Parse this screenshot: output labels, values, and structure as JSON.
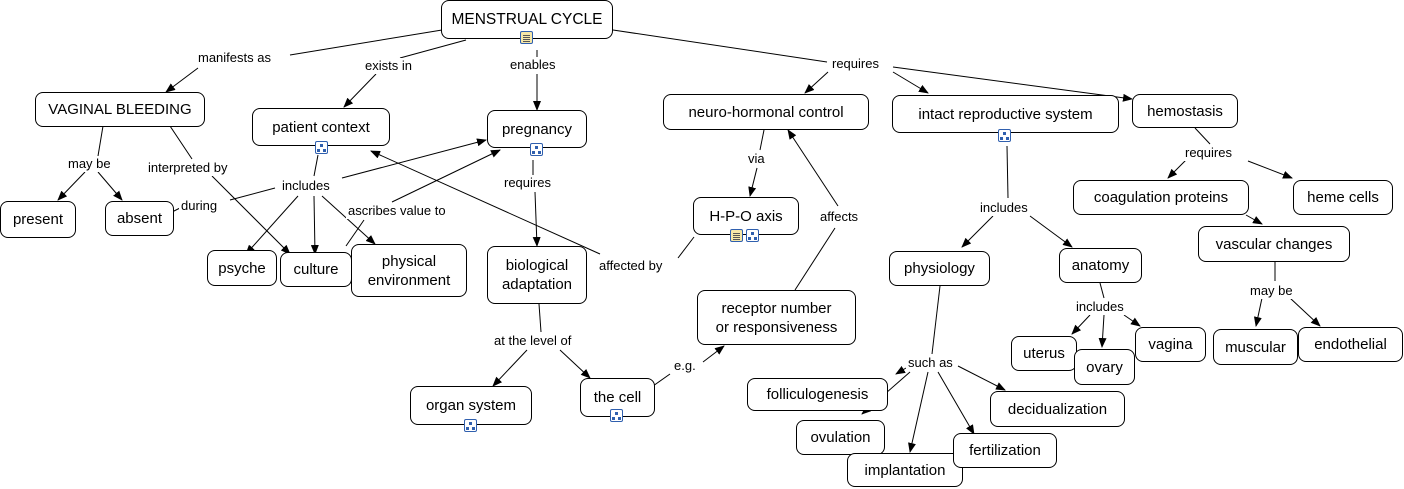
{
  "nodes": {
    "menstrual_cycle": "MENSTRUAL CYCLE",
    "vaginal_bleeding": "VAGINAL BLEEDING",
    "patient_context": "patient context",
    "pregnancy": "pregnancy",
    "neuro_hormonal_control": "neuro-hormonal control",
    "intact_reproductive_system": "intact reproductive system",
    "hemostasis": "hemostasis",
    "present": "present",
    "absent": "absent",
    "psyche": "psyche",
    "culture": "culture",
    "physical_environment": "physical\nenvironment",
    "biological_adaptation": "biological\nadaptation",
    "hpo_axis": "H-P-O axis",
    "receptor_number": "receptor number\nor responsiveness",
    "organ_system": "organ system",
    "the_cell": "the cell",
    "physiology": "physiology",
    "anatomy": "anatomy",
    "coagulation_proteins": "coagulation proteins",
    "heme_cells": "heme cells",
    "vascular_changes": "vascular changes",
    "uterus": "uterus",
    "ovary": "ovary",
    "vagina": "vagina",
    "muscular": "muscular",
    "endothelial": "endothelial",
    "folliculogenesis": "folliculogenesis",
    "ovulation": "ovulation",
    "implantation": "implantation",
    "fertilization": "fertilization",
    "decidualization": "decidualization"
  },
  "links": {
    "manifests_as": "manifests as",
    "exists_in": "exists in",
    "enables": "enables",
    "requires_top": "requires",
    "may_be_bleeding": "may be",
    "interpreted_by": "interpreted by",
    "during": "during",
    "includes_context": "includes",
    "ascribes_value_to": "ascribes value to",
    "requires_pregnancy": "requires",
    "via": "via",
    "affects": "affects",
    "affected_by": "affected by",
    "at_the_level_of": "at the level of",
    "eg": "e.g.",
    "includes_repro": "includes",
    "requires_hemostasis": "requires",
    "includes_anatomy": "includes",
    "may_be_vascular": "may be",
    "such_as": "such as"
  },
  "icons": {
    "concept_map": "concept-map-icon",
    "document": "document-icon",
    "accent": "#2f5fae"
  }
}
